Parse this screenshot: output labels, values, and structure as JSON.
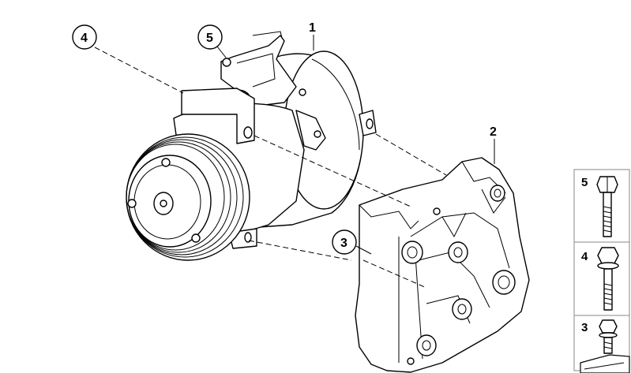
{
  "diagram": {
    "callouts": [
      {
        "id": "c1",
        "label": "1"
      },
      {
        "id": "c2",
        "label": "2"
      },
      {
        "id": "c3",
        "label": "3"
      },
      {
        "id": "c4",
        "label": "4"
      },
      {
        "id": "c5",
        "label": "5"
      }
    ],
    "fastener_panel": [
      {
        "label": "5",
        "part": "hex-bolt-long"
      },
      {
        "label": "4",
        "part": "flange-bolt"
      },
      {
        "label": "3",
        "part": "short-bolt"
      }
    ],
    "colors": {
      "line": "#000000",
      "background": "#ffffff",
      "panel_border": "#888888"
    }
  }
}
